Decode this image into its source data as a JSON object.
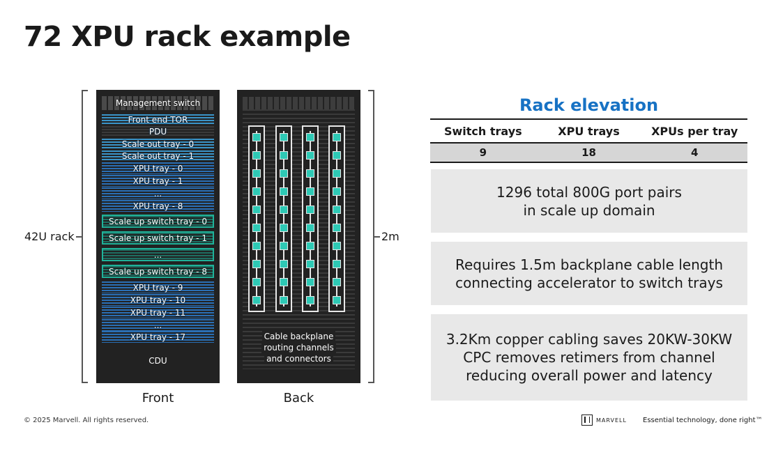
{
  "title": "72 XPU rack example",
  "rack": {
    "height_label": "42U rack",
    "size_label": "2m",
    "front_caption": "Front",
    "back_caption": "Back",
    "front_slots": {
      "management": "Management switch",
      "front_end_tor": "Front end TOR",
      "pdu": "PDU",
      "scale_out_0": "Scale out tray - 0",
      "scale_out_1": "Scale out tray - 1",
      "xpu_0": "XPU tray - 0",
      "xpu_1": "XPU tray - 1",
      "ellipsis": "...",
      "xpu_8": "XPU tray - 8",
      "sus_0": "Scale up switch tray - 0",
      "sus_1": "Scale up switch tray - 1",
      "sus_8": "Scale up switch tray - 8",
      "xpu_9": "XPU tray - 9",
      "xpu_10": "XPU tray - 10",
      "xpu_11": "XPU tray - 11",
      "xpu_17": "XPU tray - 17",
      "cdu": "CDU"
    },
    "back_label": [
      "Cable backplane",
      "routing channels",
      "and connectors"
    ]
  },
  "rack_elevation": {
    "heading": "Rack elevation",
    "headers": [
      "Switch trays",
      "XPU trays",
      "XPUs per tray"
    ],
    "values": [
      "9",
      "18",
      "4"
    ]
  },
  "info_boxes": [
    [
      "1296 total 800G port pairs",
      "in scale up domain"
    ],
    [
      "Requires 1.5m backplane cable length",
      "connecting accelerator to switch trays"
    ],
    [
      "3.2Km copper cabling saves 20KW-30KW",
      "CPC removes retimers from channel",
      "reducing overall power and latency"
    ]
  ],
  "footer": {
    "copyright": "© 2025 Marvell. All rights reserved.",
    "logo_text": "MARVELL",
    "tagline": "Essential technology, done right™"
  },
  "colors": {
    "accent_blue": "#1772c4",
    "teal": "#2ec9b5",
    "xpu_blue": "#2a6fb5",
    "scale_out_blue": "#3a94c8",
    "rack_body": "#222222"
  }
}
